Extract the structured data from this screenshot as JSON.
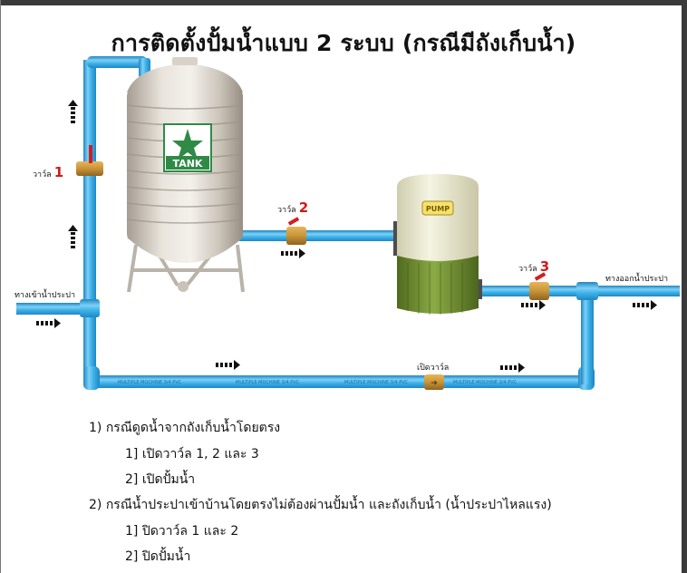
{
  "title": "การติดตั้งปั้มน้ำแบบ 2 ระบบ (กรณีมีถังเก็บน้ำ)",
  "tank_label": "TANK",
  "pump_label": "PUMP",
  "valves": [
    {
      "prefix": "วาว์ล",
      "number": "1"
    },
    {
      "prefix": "วาว์ล",
      "number": "2"
    },
    {
      "prefix": "วาว์ล",
      "number": "3"
    }
  ],
  "inlet_label": "ทางเข้าน้ำประปา",
  "outlet_label": "ทางออกน้ำประปา",
  "bypass_label": "เปิดวาว์ล",
  "pipe_print": "MULTIPLE MOCHINE 3/4 PVC",
  "colors": {
    "pipe": "#3fb3ea",
    "pipe_edge": "#1f87c4",
    "valve_body": "#c89438",
    "valve_handle": "#d11f1f",
    "valve_number": "#d01a1a",
    "tank_steel": "#cfc8bd",
    "tank_logo": "#2f8a46",
    "pump_top": "#ecebd2",
    "pump_bottom": "#6f8d2f"
  },
  "instructions": {
    "case1": {
      "heading": "1) กรณีดูดน้ำจากถังเก็บน้ำโดยตรง",
      "steps": [
        "1] เปิดวาว์ล 1, 2  และ 3",
        "2] เปิดปั้มน้ำ"
      ]
    },
    "case2": {
      "heading": "2) กรณีน้ำประปาเข้าบ้านโดยตรงไม่ต้องผ่านปั้มน้ำ และถังเก็บน้ำ (น้ำประปาไหลแรง)",
      "steps": [
        "1] ปิดวาว์ล 1 และ 2",
        "2] ปิดปั้มน้ำ"
      ]
    }
  }
}
